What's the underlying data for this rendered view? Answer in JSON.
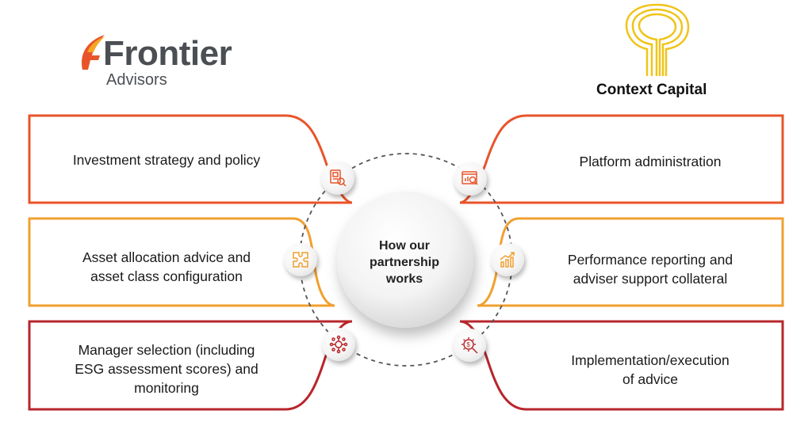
{
  "left_logo": {
    "name": "Frontier",
    "subtitle": "Advisors"
  },
  "right_logo": {
    "name": "Context Capital"
  },
  "center": {
    "label_lines": [
      "How our",
      "partnership",
      "works"
    ]
  },
  "left_panels": [
    {
      "lines": [
        "Investment strategy and policy"
      ],
      "color": "#e8542a"
    },
    {
      "lines": [
        "Asset allocation advice and",
        "asset class configuration"
      ],
      "color": "#f0a030"
    },
    {
      "lines": [
        "Manager selection (including",
        "ESG assessment scores) and",
        "monitoring"
      ],
      "color": "#b8262b"
    }
  ],
  "right_panels": [
    {
      "lines": [
        "Platform administration"
      ],
      "color": "#e8542a"
    },
    {
      "lines": [
        "Performance reporting and",
        "adviser support collateral"
      ],
      "color": "#f0a030"
    },
    {
      "lines": [
        "Implementation/execution",
        "of advice"
      ],
      "color": "#b8262b"
    }
  ],
  "icons": [
    {
      "name": "report-analysis-icon",
      "color": "#e8542a"
    },
    {
      "name": "puzzle-icon",
      "color": "#f0a030"
    },
    {
      "name": "network-person-icon",
      "color": "#b8262b"
    },
    {
      "name": "chart-magnifier-icon",
      "color": "#e8542a"
    },
    {
      "name": "growth-chart-icon",
      "color": "#f0a030"
    },
    {
      "name": "gear-dollar-icon",
      "color": "#b8262b"
    }
  ]
}
